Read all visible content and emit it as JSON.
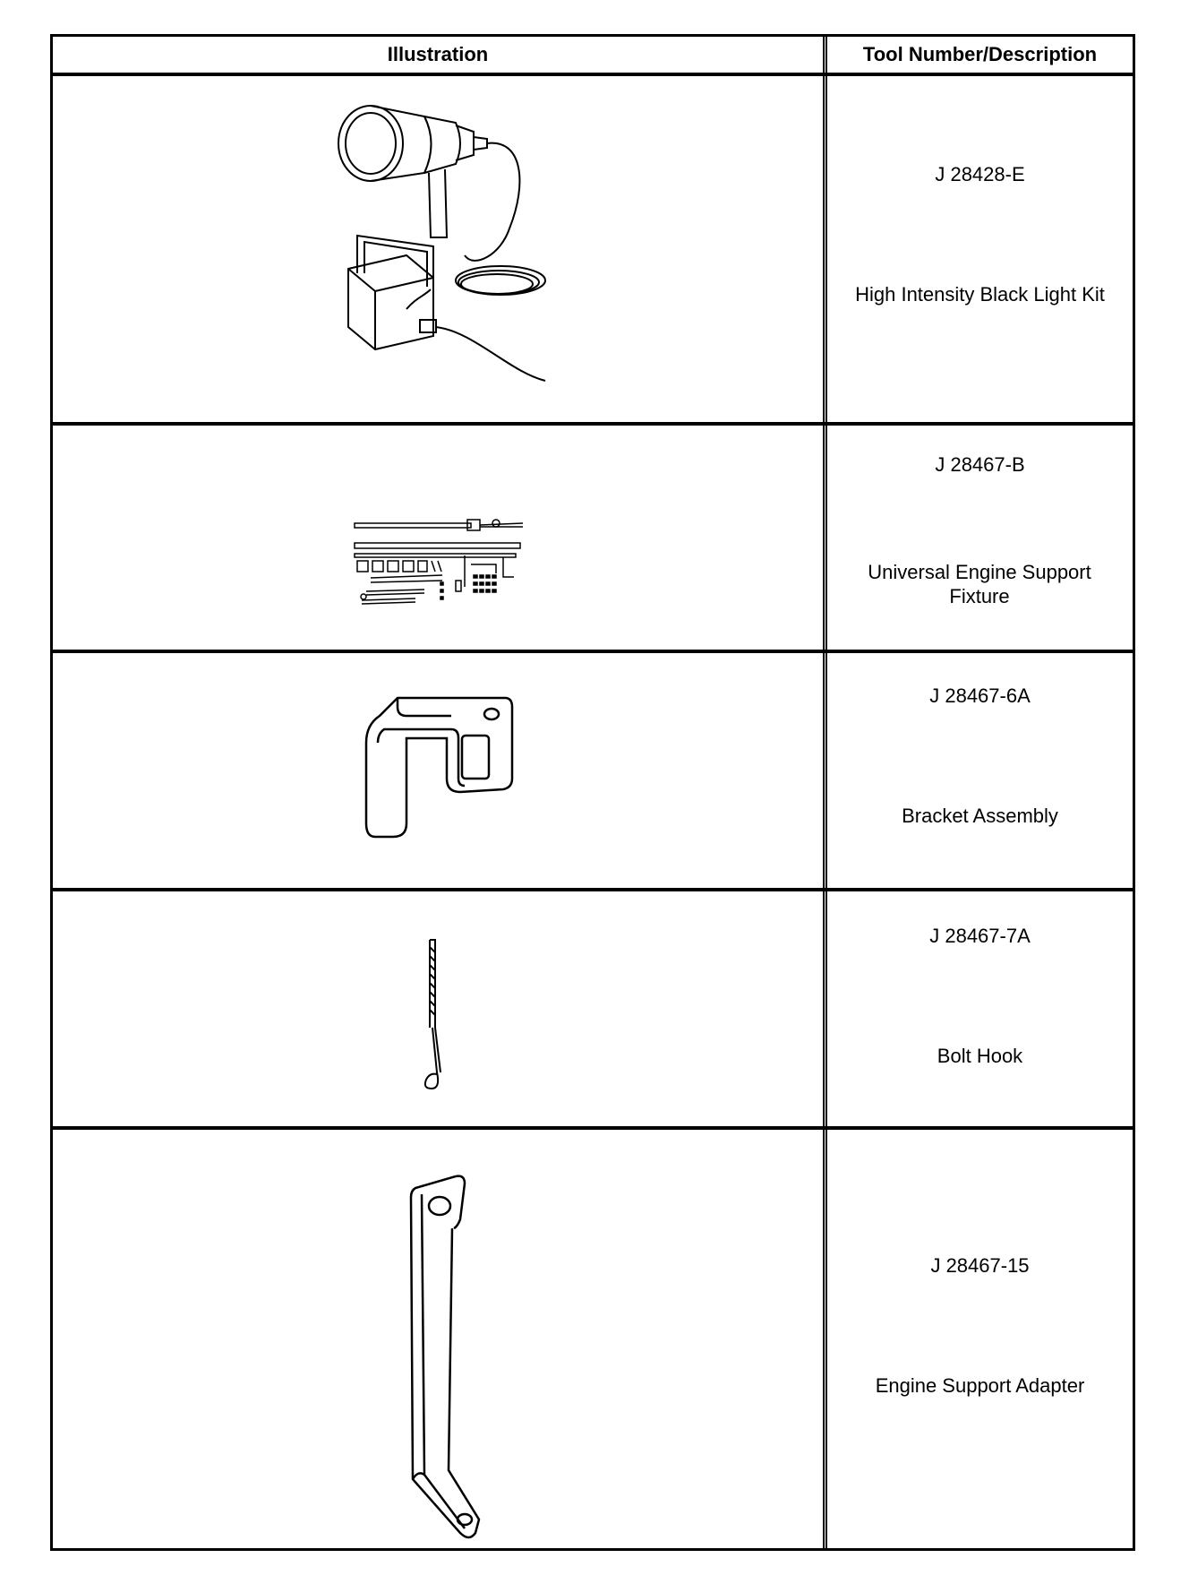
{
  "table": {
    "headers": {
      "illustration": "Illustration",
      "tool": "Tool Number/Description"
    },
    "rows": [
      {
        "tool_number": "J 28428-E",
        "description": "High Intensity Black Light Kit",
        "icon": "black-light-kit-icon"
      },
      {
        "tool_number": "J 28467-B",
        "description": "Universal Engine Support Fixture",
        "icon": "engine-support-fixture-icon"
      },
      {
        "tool_number": "J 28467-6A",
        "description": "Bracket Assembly",
        "icon": "bracket-assembly-icon"
      },
      {
        "tool_number": "J 28467-7A",
        "description": "Bolt Hook",
        "icon": "bolt-hook-icon"
      },
      {
        "tool_number": "J 28467-15",
        "description": "Engine Support Adapter",
        "icon": "engine-support-adapter-icon"
      }
    ]
  }
}
